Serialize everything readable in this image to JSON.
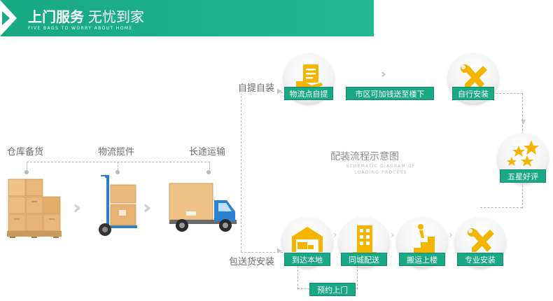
{
  "header": {
    "title_bold": "上门服务",
    "title_light": "无忧到家",
    "subtitle": "FIVE BAGS TO WORRY ABOUT HOME"
  },
  "stages": {
    "warehouse": "仓库备货",
    "handling": "物流揽件",
    "transport": "长途运输"
  },
  "branches": {
    "self_pickup": "自提自装",
    "delivery": "包送货安装"
  },
  "diagram": {
    "title": "配装流程示意图",
    "subtitle": "SCHEMATIC DIAGRAM OF LOADING PROCESS"
  },
  "top_flow": {
    "pickup_point": "物流点自提",
    "upstairs_fee": "市区可加钱送至楼下",
    "self_install": "自行安装"
  },
  "rating": "五星好评",
  "bottom_flow": {
    "arrive": "到达本地",
    "city_delivery": "同城配送",
    "carry_up": "搬运上楼",
    "pro_install": "专业安装",
    "appointment": "预约上门"
  },
  "colors": {
    "brand_green": "#1aa887",
    "icon_yellow": "#f5b400",
    "dashed_line": "#b5b5b5"
  }
}
